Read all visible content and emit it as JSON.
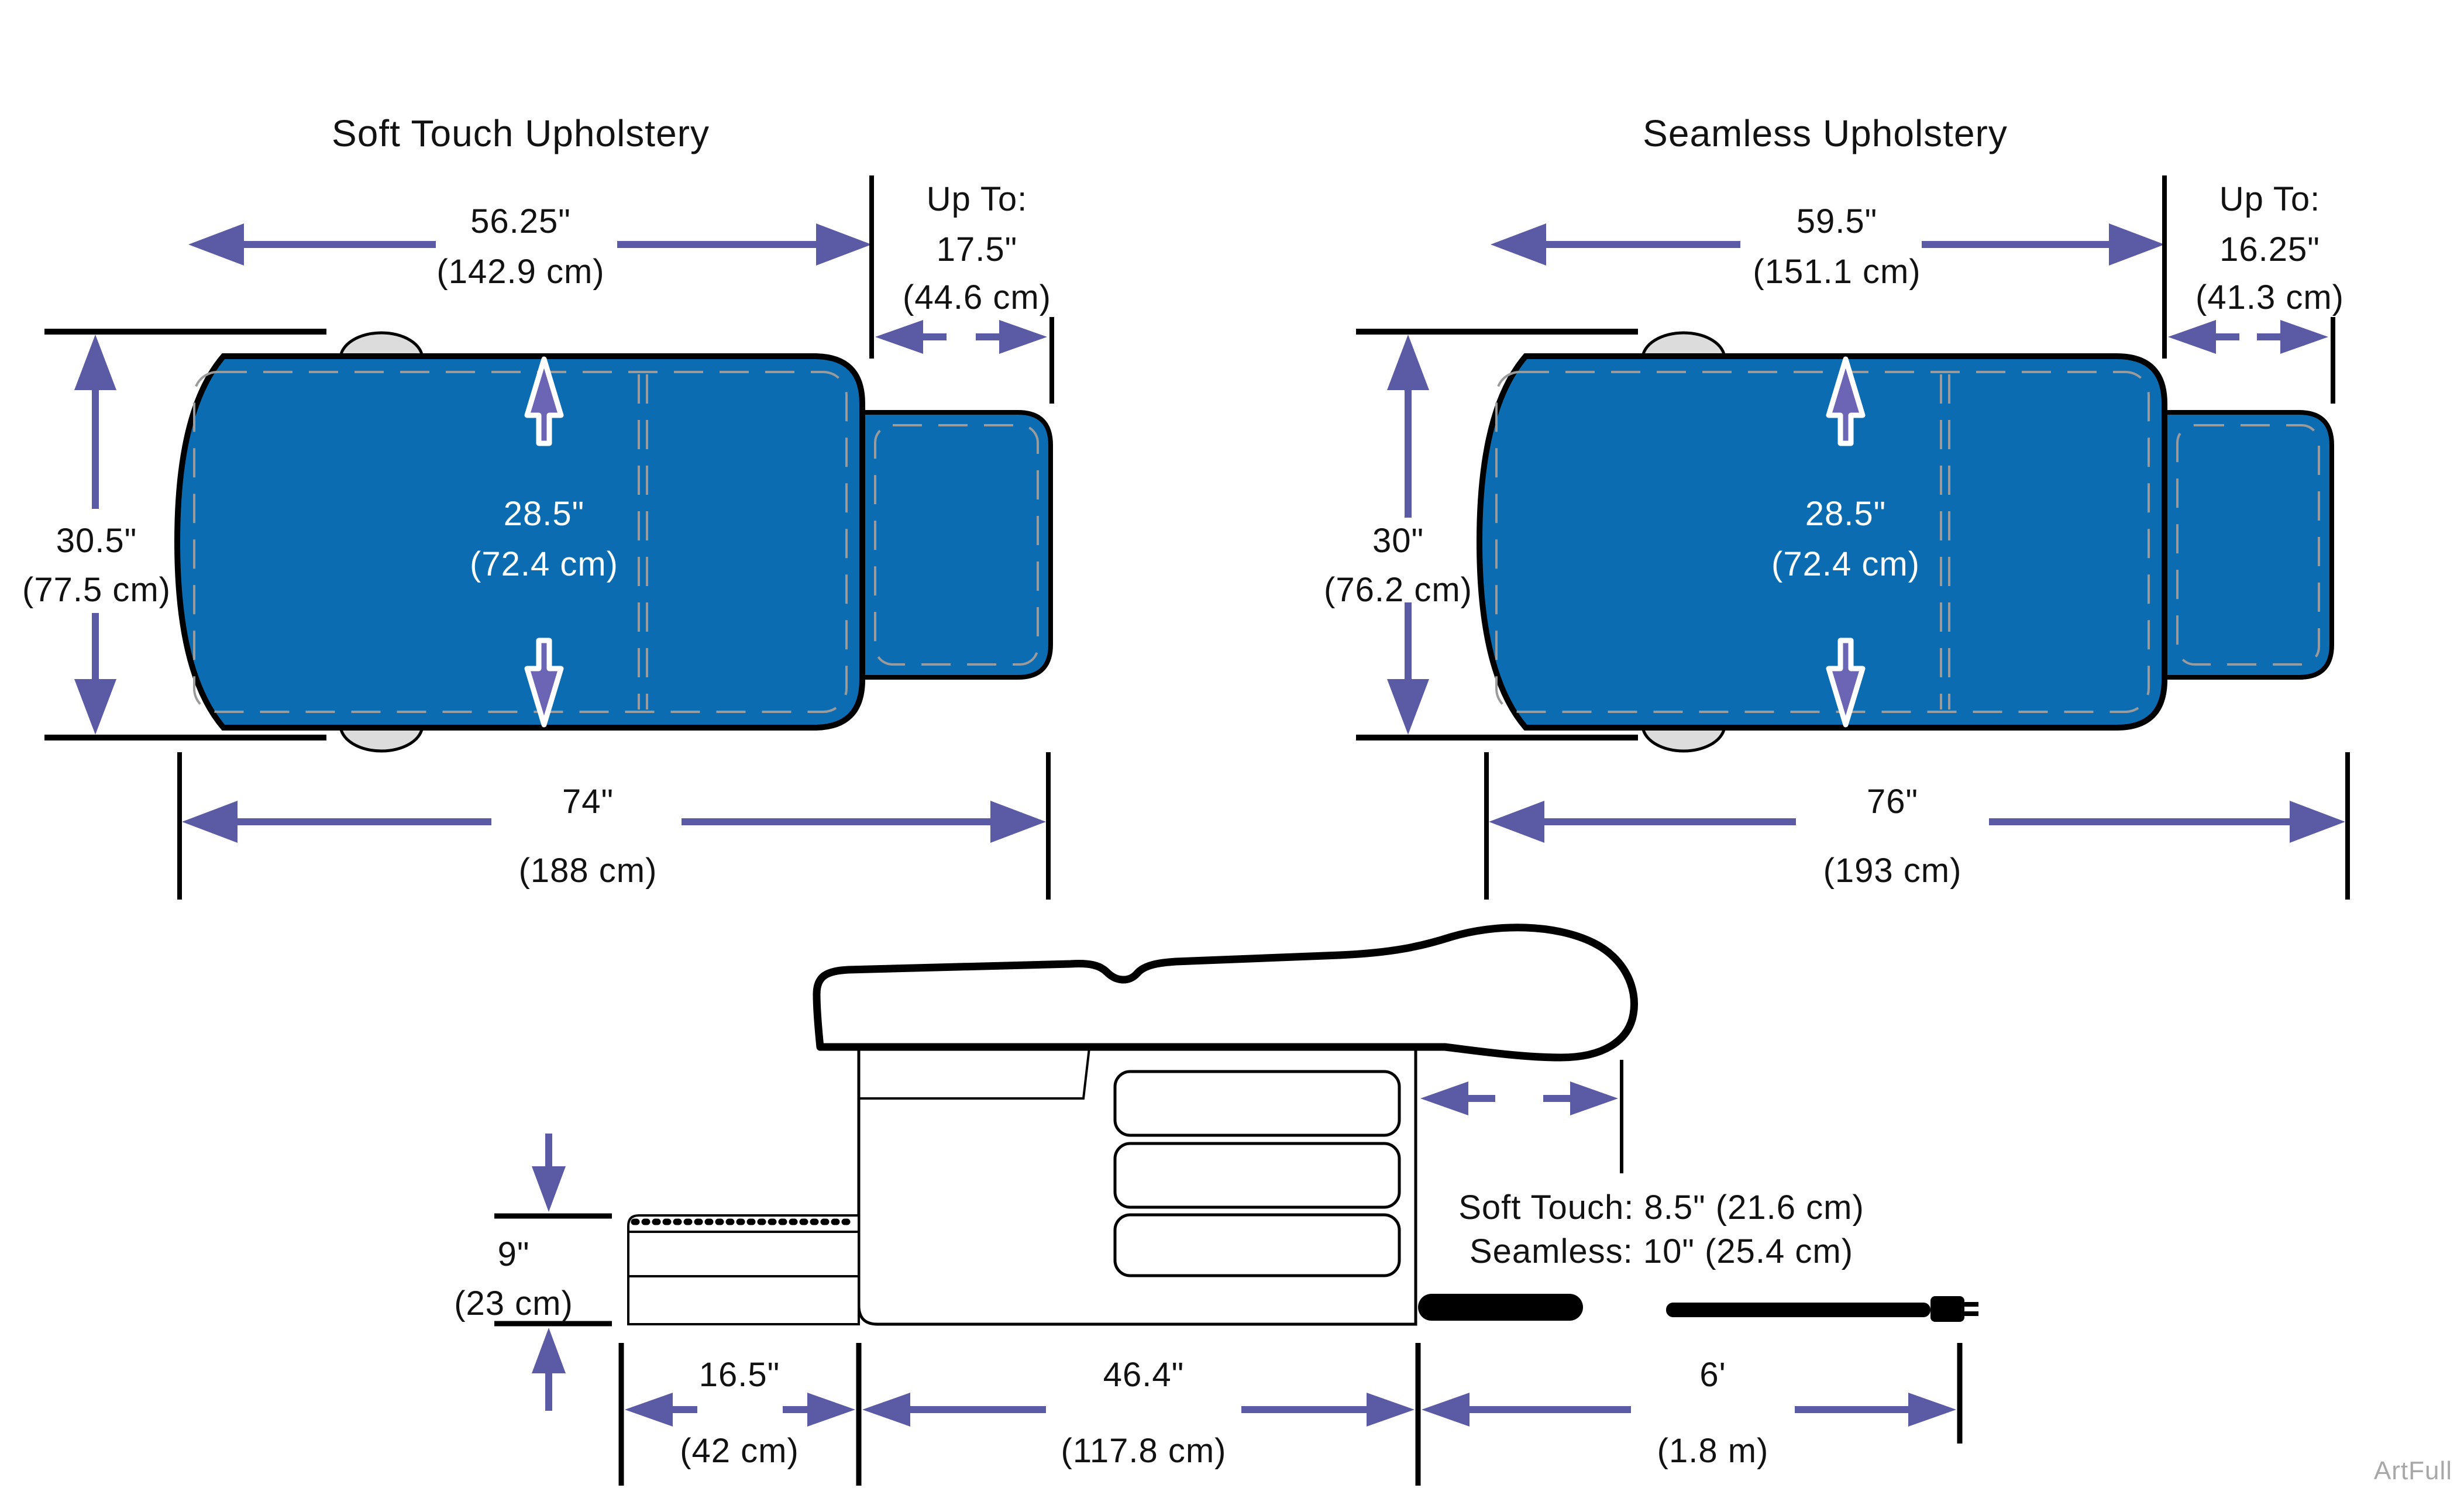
{
  "left_diagram": {
    "title": "Soft Touch Upholstery",
    "top_length_in": "56.25\"",
    "top_length_cm": "(142.9 cm)",
    "headrest_label": "Up To:",
    "headrest_in": "17.5\"",
    "headrest_cm": "(44.6 cm)",
    "width_in": "30.5\"",
    "width_cm": "(77.5 cm)",
    "pad_width_in": "28.5\"",
    "pad_width_cm": "(72.4 cm)",
    "overall_length_in": "74\"",
    "overall_length_cm": "(188 cm)"
  },
  "right_diagram": {
    "title": "Seamless Upholstery",
    "top_length_in": "59.5\"",
    "top_length_cm": "(151.1 cm)",
    "headrest_label": "Up To:",
    "headrest_in": "16.25\"",
    "headrest_cm": "(41.3 cm)",
    "width_in": "30\"",
    "width_cm": "(76.2 cm)",
    "pad_width_in": "28.5\"",
    "pad_width_cm": "(72.4 cm)",
    "overall_length_in": "76\"",
    "overall_length_cm": "(193 cm)"
  },
  "side_view": {
    "extension_soft_touch": "Soft Touch: 8.5\" (21.6 cm)",
    "extension_seamless": "Seamless: 10\" (25.4 cm)",
    "step_height_in": "9\"",
    "step_height_cm": "(23 cm)",
    "step_depth_in": "16.5\"",
    "step_depth_cm": "(42 cm)",
    "base_length_in": "46.4\"",
    "base_length_cm": "(117.8 cm)",
    "cord_length_ft": "6'",
    "cord_length_m": "(1.8 m)"
  },
  "watermark": "ArtFull",
  "colors": {
    "upholstery_blue": "#0B6CB2",
    "dimension_purple": "#5B5BA5",
    "hollow_arrow_purple": "#6C64B4",
    "caster_gray": "#DCDCDC"
  }
}
